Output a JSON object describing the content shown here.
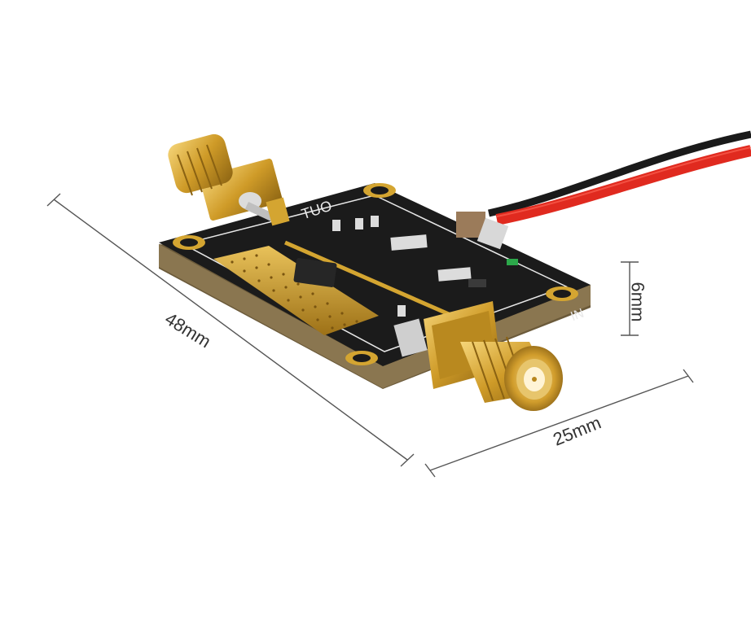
{
  "dimensions": {
    "length": "48mm",
    "width": "25mm",
    "height": "6mm"
  },
  "board": {
    "silkscreen_out": "OUT",
    "silkscreen_in": "IN"
  },
  "colors": {
    "pcb": "#1b1b1b",
    "gold": "#d4a531",
    "wire_red": "#e02a1f",
    "wire_black": "#1a1a1a",
    "dimension_line": "#444444"
  }
}
